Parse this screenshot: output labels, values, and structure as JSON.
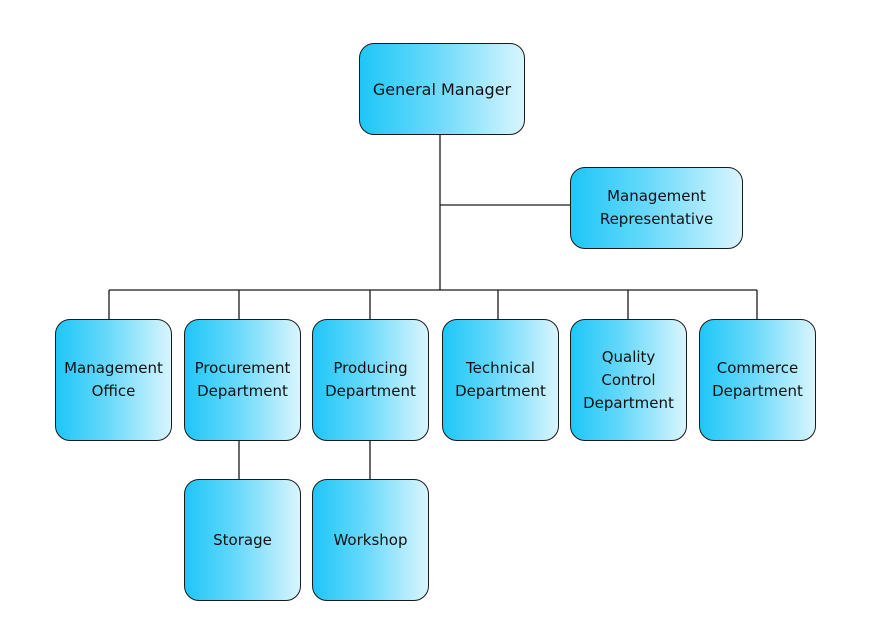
{
  "nodes": {
    "general_manager": "General Manager",
    "management_representative": "Management\nRepresentative",
    "management_office": "Management\nOffice",
    "procurement_department": "Procurement\nDepartment",
    "producing_department": "Producing\nDepartment",
    "technical_department": "Technical\nDepartment",
    "quality_control_department": "Quality\nControl\nDepartment",
    "commerce_department": "Commerce\nDepartment",
    "storage": "Storage",
    "workshop": "Workshop"
  },
  "colors": {
    "node_fill_start": "#1fc6f7",
    "node_fill_end": "#d9f5fd",
    "node_border": "#1a1a1a",
    "connector": "#1a1a1a"
  }
}
